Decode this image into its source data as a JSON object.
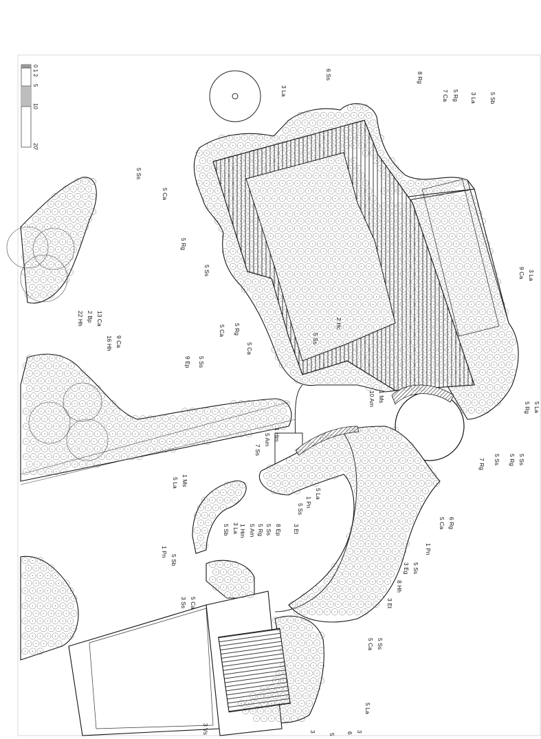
{
  "scale_bar": {
    "ticks": [
      "0 1 2",
      "5",
      "10",
      "20'"
    ]
  },
  "labels": [
    "8 Rg",
    "6 Ss",
    "3 La",
    "7 Ca",
    "5 Rg",
    "3 La",
    "5 Sb",
    "5 Ss",
    "5 Ca",
    "5 Rg",
    "5 Ss",
    "5 Rg",
    "5 Ca",
    "5 Ca",
    "13 Ca",
    "2 Bp",
    "22 Hh",
    "16 Hh",
    "9 Ca",
    "9 Ep",
    "5 Ss",
    "2 Hc",
    "5 Ss",
    "3 La",
    "9 Ca",
    "5 La",
    "5 Rg",
    "1 Ms",
    "10 Am",
    "1 Hm",
    "5 Am",
    "7 Ss",
    "7 Rg",
    "5 Ss",
    "5 Rg",
    "5 Ss",
    "1 Ms",
    "5 La",
    "5 La",
    "1 Pn",
    "5 Ss",
    "6 Rg",
    "5 Ca",
    "1 Pn",
    "5 Ss",
    "3 Eg",
    "1 Hm",
    "5 Am",
    "5 Rg",
    "5 Ss",
    "3 Et",
    "8 Ep",
    "3 La",
    "5 Sb",
    "1 Pn",
    "5 Sb",
    "8 Hh",
    "3 Et",
    "5 Ss",
    "5 Ca",
    "5 Ca",
    "3 Ss",
    "5 La",
    "3",
    "6",
    "5",
    "3",
    "3 Vs"
  ]
}
